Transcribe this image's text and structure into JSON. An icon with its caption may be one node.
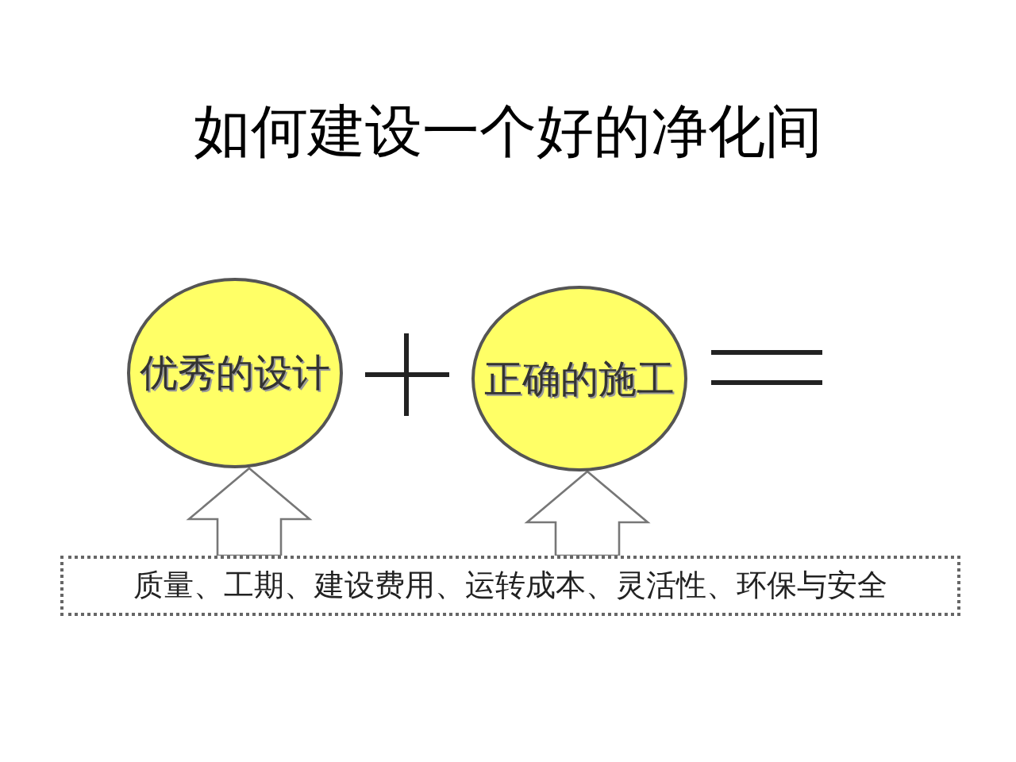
{
  "diagram": {
    "title": "如何建设一个好的净化间",
    "nodes": [
      {
        "text": [
          "优秀的设计"
        ]
      },
      {
        "text": [
          "正确的施工"
        ]
      },
      {
        "text": [
          "质量、工期、建设费用、运转成本、灵活性、环保与安全"
        ]
      }
    ],
    "edges": [
      {
        "from": 2,
        "to": 0,
        "arrow": "to"
      },
      {
        "from": 2,
        "to": 1,
        "arrow": "to"
      }
    ]
  }
}
